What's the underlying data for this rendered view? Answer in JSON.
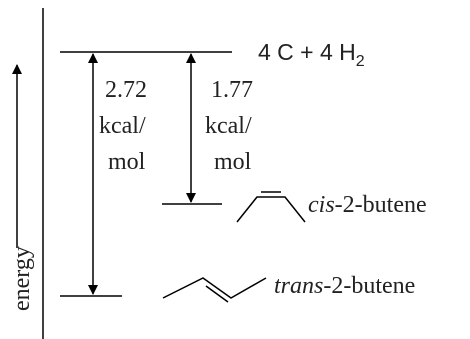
{
  "axis": {
    "label": "energy"
  },
  "levels": {
    "top": {
      "label_main": "4 C + 4 H",
      "label_sub": "2"
    },
    "cis": {
      "prefix": "cis",
      "suffix": "-2-butene"
    },
    "trans": {
      "prefix": "trans",
      "suffix": "-2-butene"
    }
  },
  "gaps": {
    "trans_gap": {
      "value": "2.72",
      "unit_line1": "kcal/",
      "unit_line2": "mol"
    },
    "cis_gap": {
      "value": "1.77",
      "unit_line1": "kcal/",
      "unit_line2": "mol"
    }
  },
  "colors": {
    "ink": "#000000",
    "text": "#222222"
  }
}
